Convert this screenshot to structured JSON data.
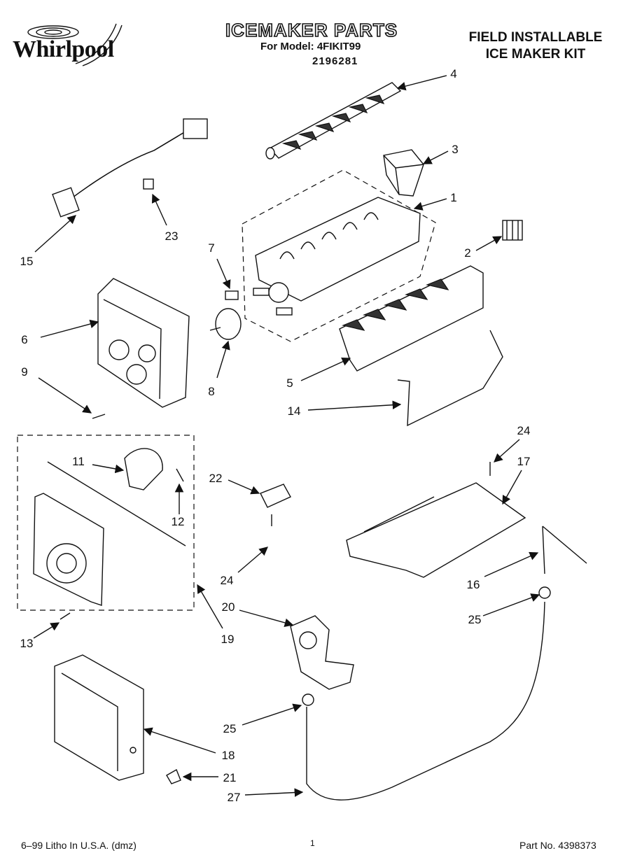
{
  "brand": "Whirlpool",
  "title": "ICEMAKER PARTS",
  "model_line": "For Model: 4FIKIT99",
  "doc_number": "2196281",
  "kit_title_line1": "FIELD INSTALLABLE",
  "kit_title_line2": "ICE MAKER KIT",
  "callouts": [
    {
      "id": "c4",
      "label": "4"
    },
    {
      "id": "c3",
      "label": "3"
    },
    {
      "id": "c1",
      "label": "1"
    },
    {
      "id": "c2",
      "label": "2"
    },
    {
      "id": "c23",
      "label": "23"
    },
    {
      "id": "c15",
      "label": "15"
    },
    {
      "id": "c7",
      "label": "7"
    },
    {
      "id": "c6",
      "label": "6"
    },
    {
      "id": "c8",
      "label": "8"
    },
    {
      "id": "c9",
      "label": "9"
    },
    {
      "id": "c5",
      "label": "5"
    },
    {
      "id": "c14",
      "label": "14"
    },
    {
      "id": "c24a",
      "label": "24"
    },
    {
      "id": "c17",
      "label": "17"
    },
    {
      "id": "c11",
      "label": "11"
    },
    {
      "id": "c22",
      "label": "22"
    },
    {
      "id": "c12",
      "label": "12"
    },
    {
      "id": "c24b",
      "label": "24"
    },
    {
      "id": "c16",
      "label": "16"
    },
    {
      "id": "c20",
      "label": "20"
    },
    {
      "id": "c25a",
      "label": "25"
    },
    {
      "id": "c13",
      "label": "13"
    },
    {
      "id": "c19",
      "label": "19"
    },
    {
      "id": "c18",
      "label": "18"
    },
    {
      "id": "c25b",
      "label": "25"
    },
    {
      "id": "c21",
      "label": "21"
    },
    {
      "id": "c27",
      "label": "27"
    }
  ],
  "footer": {
    "left": "6–99 Litho In U.S.A. (dmz)",
    "page": "1",
    "right": "Part No. 4398373"
  }
}
